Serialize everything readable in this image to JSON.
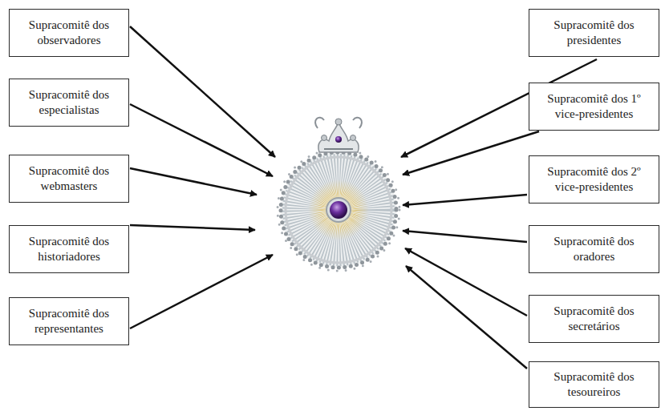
{
  "diagram": {
    "nodes": [
      {
        "text": [
          "Supracomitê dos observadores"
        ]
      },
      {
        "text": [
          "Supracomitê dos especialistas"
        ]
      },
      {
        "text": [
          "Supracomitê dos webmasters"
        ]
      },
      {
        "text": [
          "Supracomitê dos historiadores"
        ]
      },
      {
        "text": [
          "Supracomitê dos representantes"
        ]
      },
      {
        "text": [
          "Supracomitê dos presidentes"
        ]
      },
      {
        "text": [
          "Supracomitê dos 1º vice-presidentes"
        ]
      },
      {
        "text": [
          "Supracomitê dos 2º vice-presidentes"
        ]
      },
      {
        "text": [
          "Supracomitê dos oradores"
        ]
      },
      {
        "text": [
          "Supracomitê dos secretários"
        ]
      },
      {
        "text": [
          "Supracomitê dos tesoureiros"
        ]
      }
    ]
  }
}
